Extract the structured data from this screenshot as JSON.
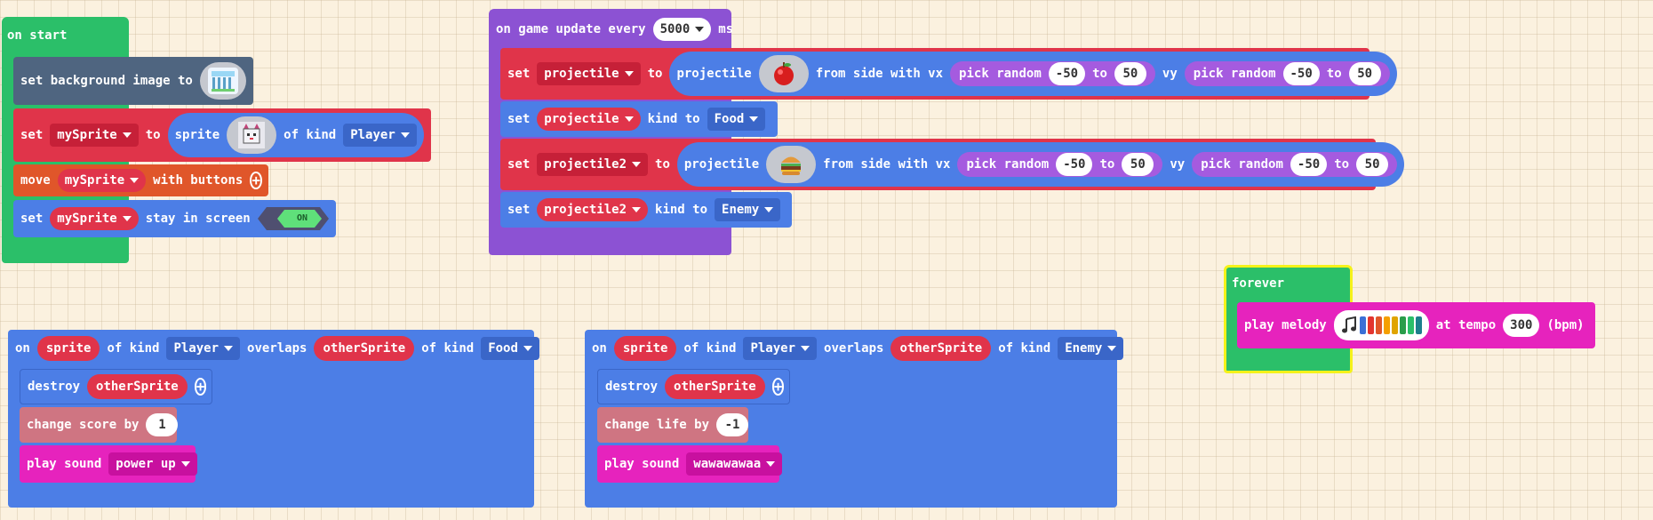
{
  "on_start": {
    "hat_label": "on start",
    "set_bg_label": "set background image to",
    "set_label": "set",
    "my_sprite": "mySprite",
    "to_label": "to",
    "sprite_label": "sprite",
    "of_kind_label": "of kind",
    "kind_player": "Player",
    "move_label": "move",
    "with_buttons_label": "with buttons",
    "stay_label": "stay in screen",
    "toggle_value": "ON"
  },
  "game_update": {
    "hat_prefix": "on game update every",
    "interval": "5000",
    "unit": "ms",
    "set_label": "set",
    "to_label": "to",
    "projectile_var": "projectile",
    "projectile2_var": "projectile2",
    "projectile_label": "projectile",
    "from_side_label": "from side with vx",
    "vy_label": "vy",
    "pick_random_label": "pick random",
    "rand_to_label": "to",
    "min": "-50",
    "max": "50",
    "kind_to_label": "kind to",
    "kind_food": "Food",
    "kind_enemy": "Enemy"
  },
  "forever": {
    "hat_label": "forever",
    "play_melody_label": "play melody",
    "at_tempo_label": "at tempo",
    "tempo": "300",
    "bpm_label": "(bpm)",
    "note_colors": [
      "#3b6fd6",
      "#e3342f",
      "#e0562a",
      "#f59f00",
      "#e0a400",
      "#2a9d4a",
      "#2bbf69",
      "#1d7f8c"
    ]
  },
  "overlap_food": {
    "on_label": "on",
    "sprite_var": "sprite",
    "of_kind_label": "of kind",
    "kind_player": "Player",
    "overlaps_label": "overlaps",
    "other_var": "otherSprite",
    "kind_target": "Food",
    "destroy_label": "destroy",
    "change_label": "change score by",
    "change_value": "1",
    "play_sound_label": "play sound",
    "sound": "power up"
  },
  "overlap_enemy": {
    "on_label": "on",
    "sprite_var": "sprite",
    "of_kind_label": "of kind",
    "kind_player": "Player",
    "overlaps_label": "overlaps",
    "other_var": "otherSprite",
    "kind_target": "Enemy",
    "destroy_label": "destroy",
    "change_label": "change life by",
    "change_value": "-1",
    "play_sound_label": "play sound",
    "sound": "wawawawaa"
  }
}
